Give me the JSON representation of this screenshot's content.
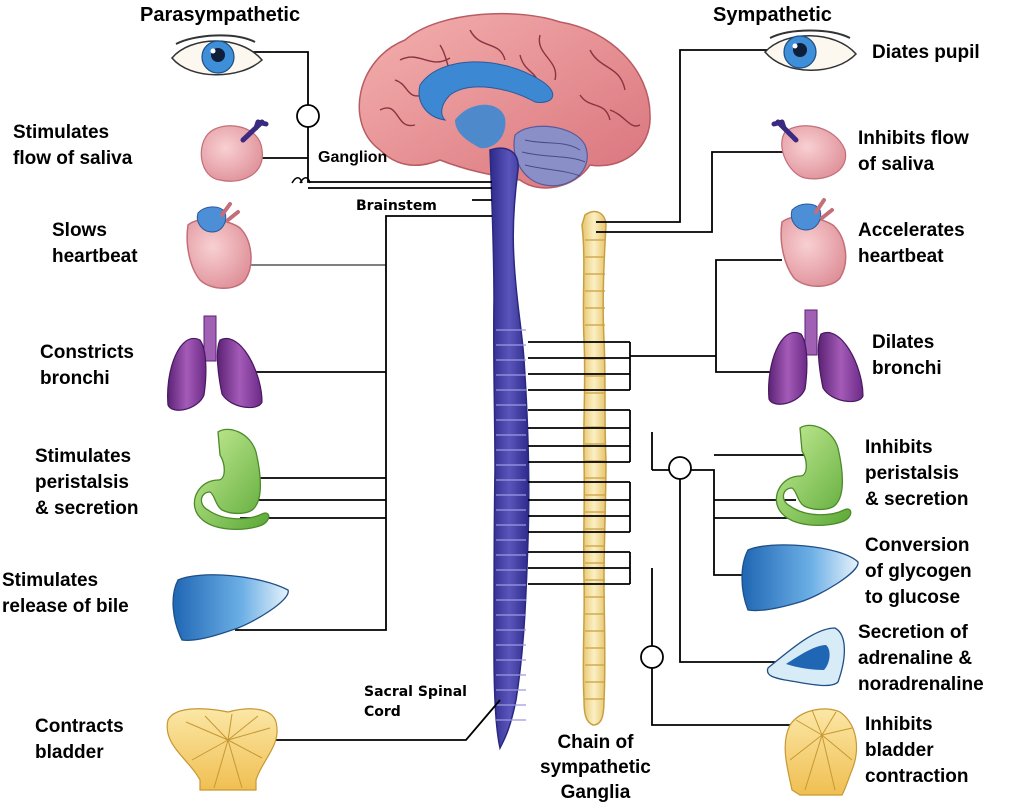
{
  "titles": {
    "left": "Parasympathetic",
    "right": "Sympathetic"
  },
  "structures": {
    "ganglion": "Ganglion",
    "brainstem": "Brainstem",
    "sacral": "Sacral Spinal\nCord",
    "chain": "Chain of\nsympathetic\nGanglia"
  },
  "parasympathetic": [
    {
      "organ": "eye",
      "effect": ""
    },
    {
      "organ": "salivary-gland",
      "effect": "Stimulates\nflow of saliva"
    },
    {
      "organ": "heart",
      "effect": "Slows\nheartbeat"
    },
    {
      "organ": "lungs",
      "effect": "Constricts\nbronchi"
    },
    {
      "organ": "stomach",
      "effect": "Stimulates\nperistalsis\n& secretion"
    },
    {
      "organ": "liver",
      "effect": "Stimulates\nrelease of bile"
    },
    {
      "organ": "bladder",
      "effect": "Contracts\nbladder"
    }
  ],
  "sympathetic": [
    {
      "organ": "eye",
      "effect": "Diates pupil"
    },
    {
      "organ": "salivary-gland",
      "effect": "Inhibits flow\nof saliva"
    },
    {
      "organ": "heart",
      "effect": "Accelerates\nheartbeat"
    },
    {
      "organ": "lungs",
      "effect": "Dilates\nbronchi"
    },
    {
      "organ": "stomach",
      "effect": "Inhibits\nperistalsis\n& secretion"
    },
    {
      "organ": "liver",
      "effect": "Conversion\nof glycogen\nto glucose"
    },
    {
      "organ": "adrenal-gland",
      "effect": "Secretion of\nadrenaline &\nnoradrenaline"
    },
    {
      "organ": "bladder",
      "effect": "Inhibits\nbladder\ncontraction"
    }
  ],
  "colors": {
    "brain": "#e8969a",
    "ventricle": "#3a86d0",
    "spinal_cord": "#4a44a6",
    "chain": "#f2dc96",
    "lungs": "#8a3f9e",
    "stomach": "#7cc654",
    "liver": "#2e7cc8",
    "bladder": "#f2c860",
    "line": "#000000"
  }
}
